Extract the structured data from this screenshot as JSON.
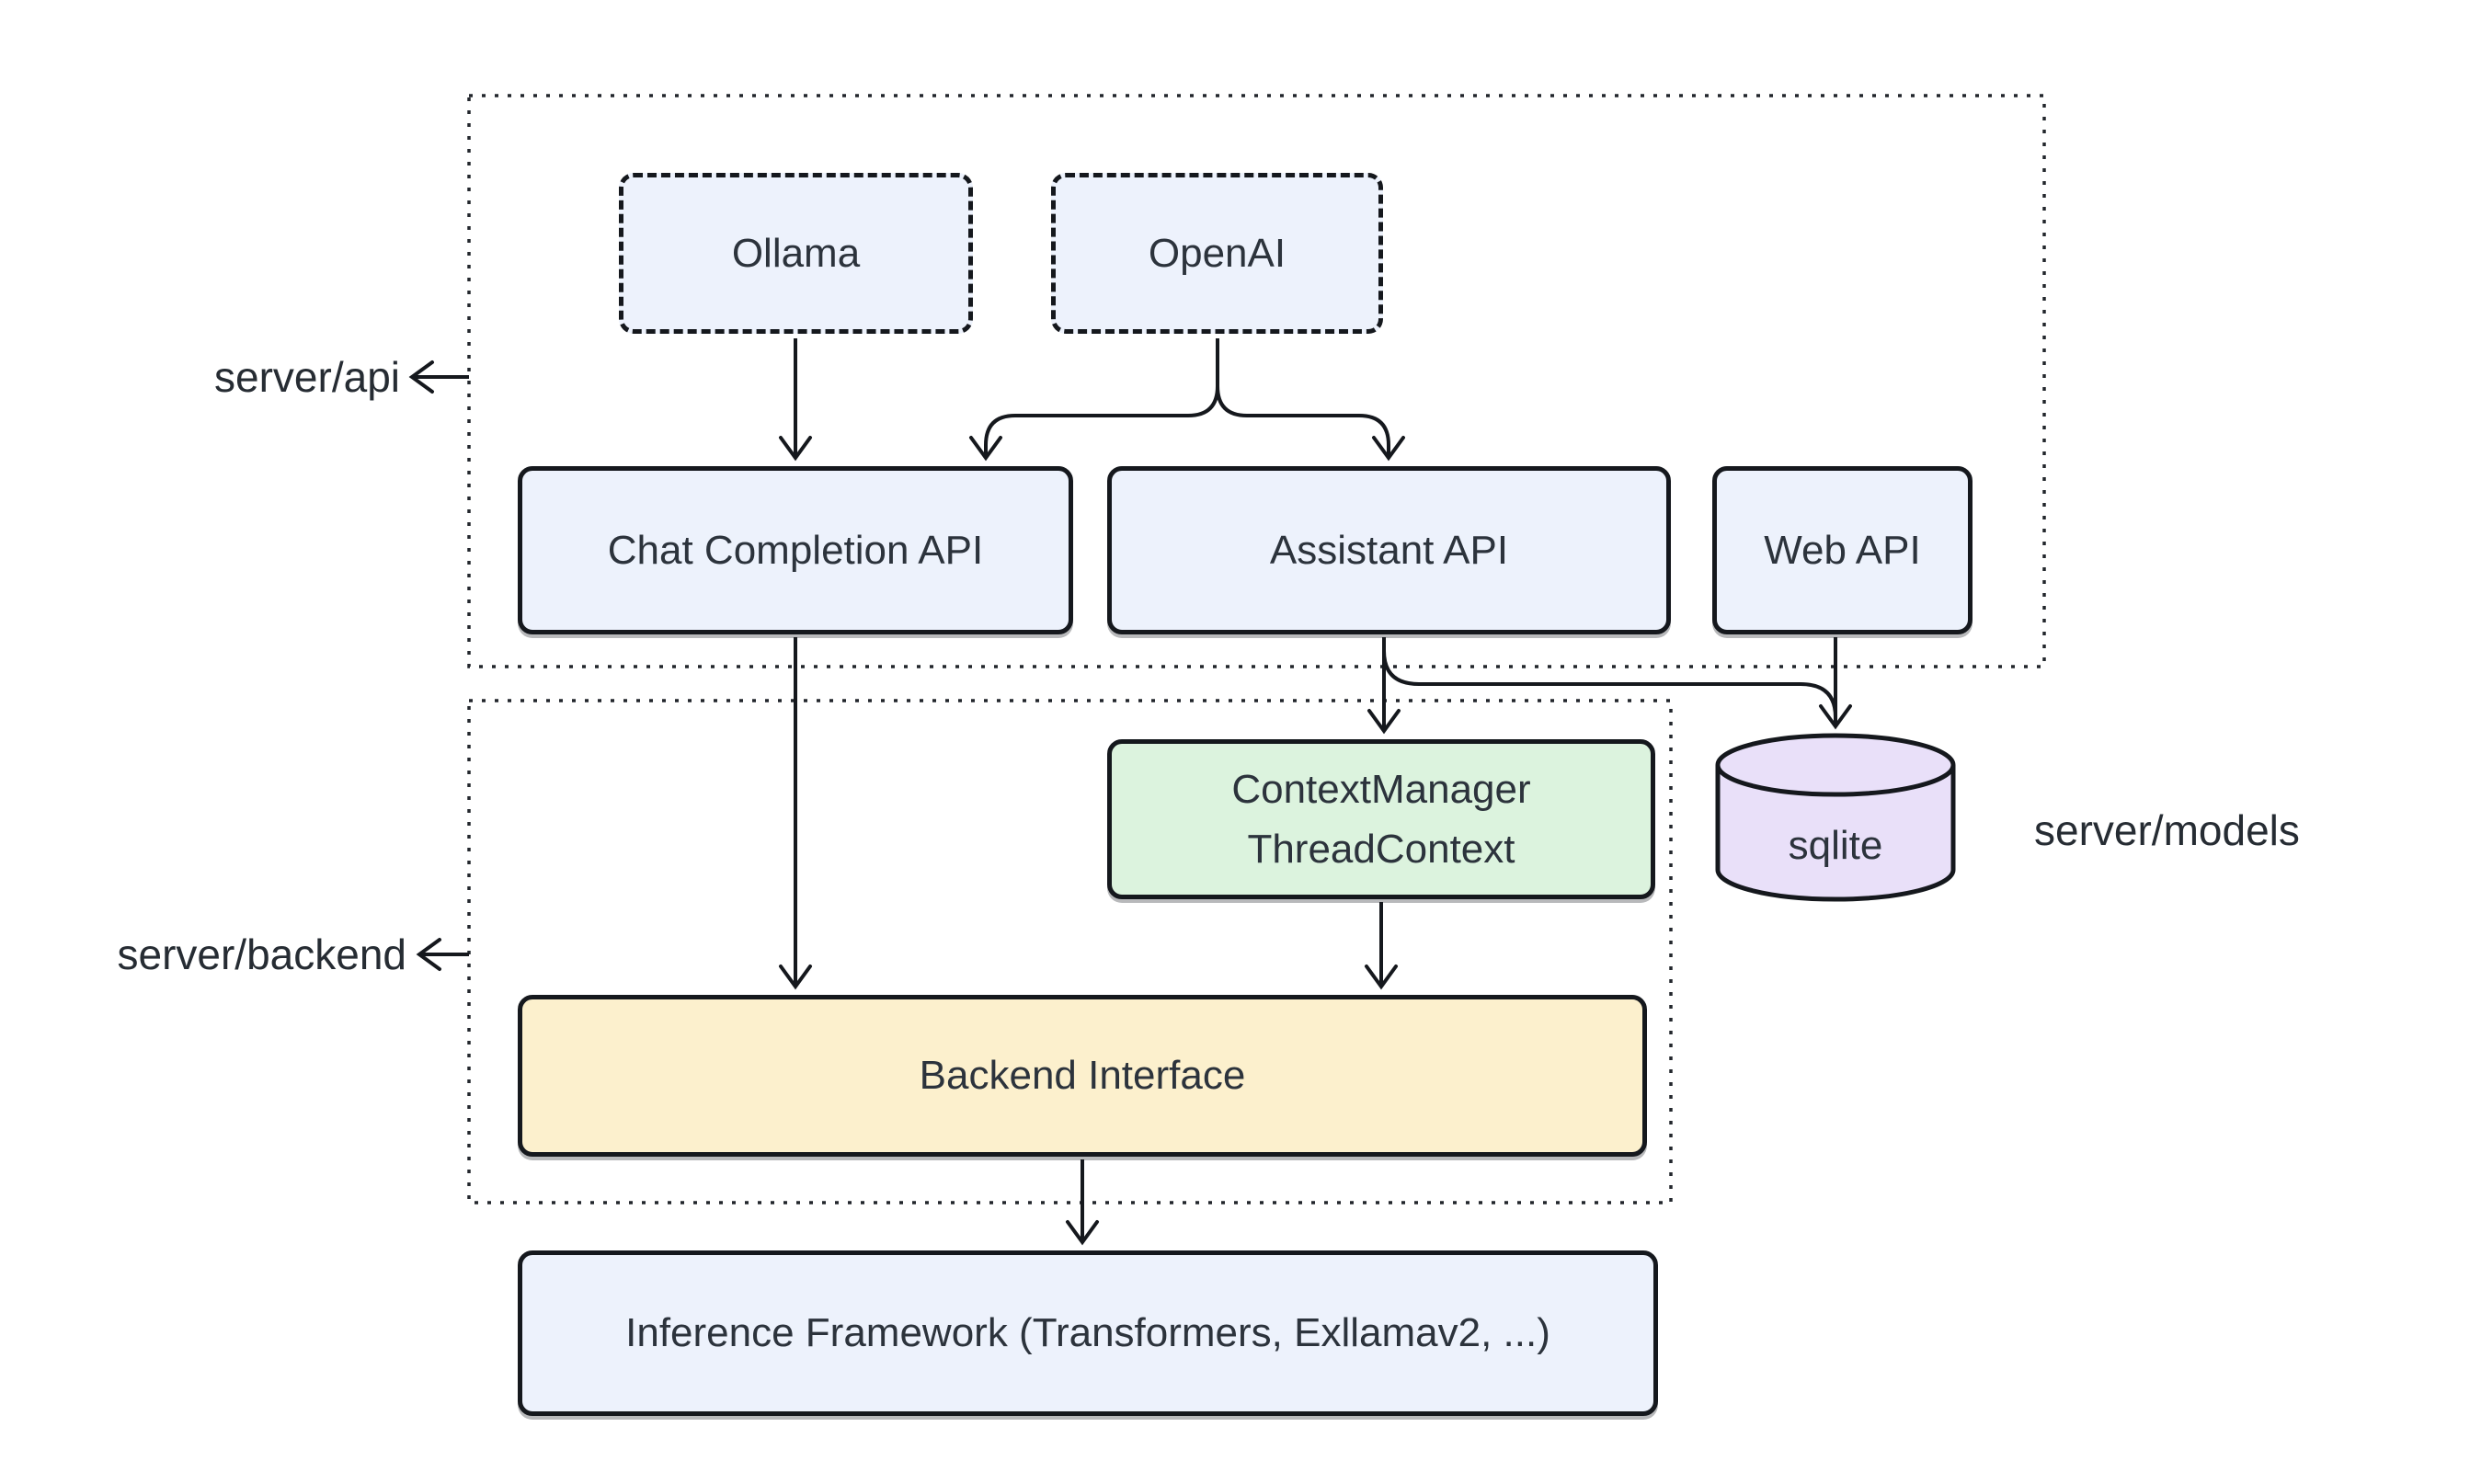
{
  "page": {
    "background": "#ffffff"
  },
  "containers": {
    "server_api": {
      "label": "server/api"
    },
    "server_backend": {
      "label": "server/backend"
    }
  },
  "side_labels": {
    "server_models": "server/models"
  },
  "nodes": {
    "ollama": {
      "label": "Ollama",
      "fill": "#EDF2FC"
    },
    "openai": {
      "label": "OpenAI",
      "fill": "#EDF2FC"
    },
    "chat_completion_api": {
      "label": "Chat Completion API",
      "fill": "#EDF2FC"
    },
    "assistant_api": {
      "label": "Assistant API",
      "fill": "#EDF2FC"
    },
    "web_api": {
      "label": "Web API",
      "fill": "#EDF2FC"
    },
    "context_manager": {
      "line1": "ContextManager",
      "line2": "ThreadContext",
      "fill": "#DCF3DE"
    },
    "sqlite": {
      "label": "sqlite",
      "fill": "#E9E0F9"
    },
    "backend_interface": {
      "label": "Backend Interface",
      "fill": "#FCF0CD"
    },
    "inference_framework": {
      "label": "Inference Framework (Transformers, Exllamav2, ...)",
      "fill": "#EDF2FC"
    }
  },
  "colors": {
    "border": "#15181d",
    "edge": "#15181d",
    "container_border": "#22262c",
    "text": "#2c333c"
  },
  "edges": [
    {
      "from": "Ollama",
      "to": "Chat Completion API"
    },
    {
      "from": "OpenAI",
      "to": "Chat Completion API"
    },
    {
      "from": "OpenAI",
      "to": "Assistant API"
    },
    {
      "from": "Chat Completion API",
      "to": "Backend Interface"
    },
    {
      "from": "Assistant API",
      "to": "ContextManager / ThreadContext"
    },
    {
      "from": "Assistant API",
      "to": "sqlite"
    },
    {
      "from": "Web API",
      "to": "sqlite"
    },
    {
      "from": "ContextManager / ThreadContext",
      "to": "Backend Interface"
    },
    {
      "from": "Backend Interface",
      "to": "Inference Framework (Transformers, Exllamav2, ...)"
    }
  ]
}
